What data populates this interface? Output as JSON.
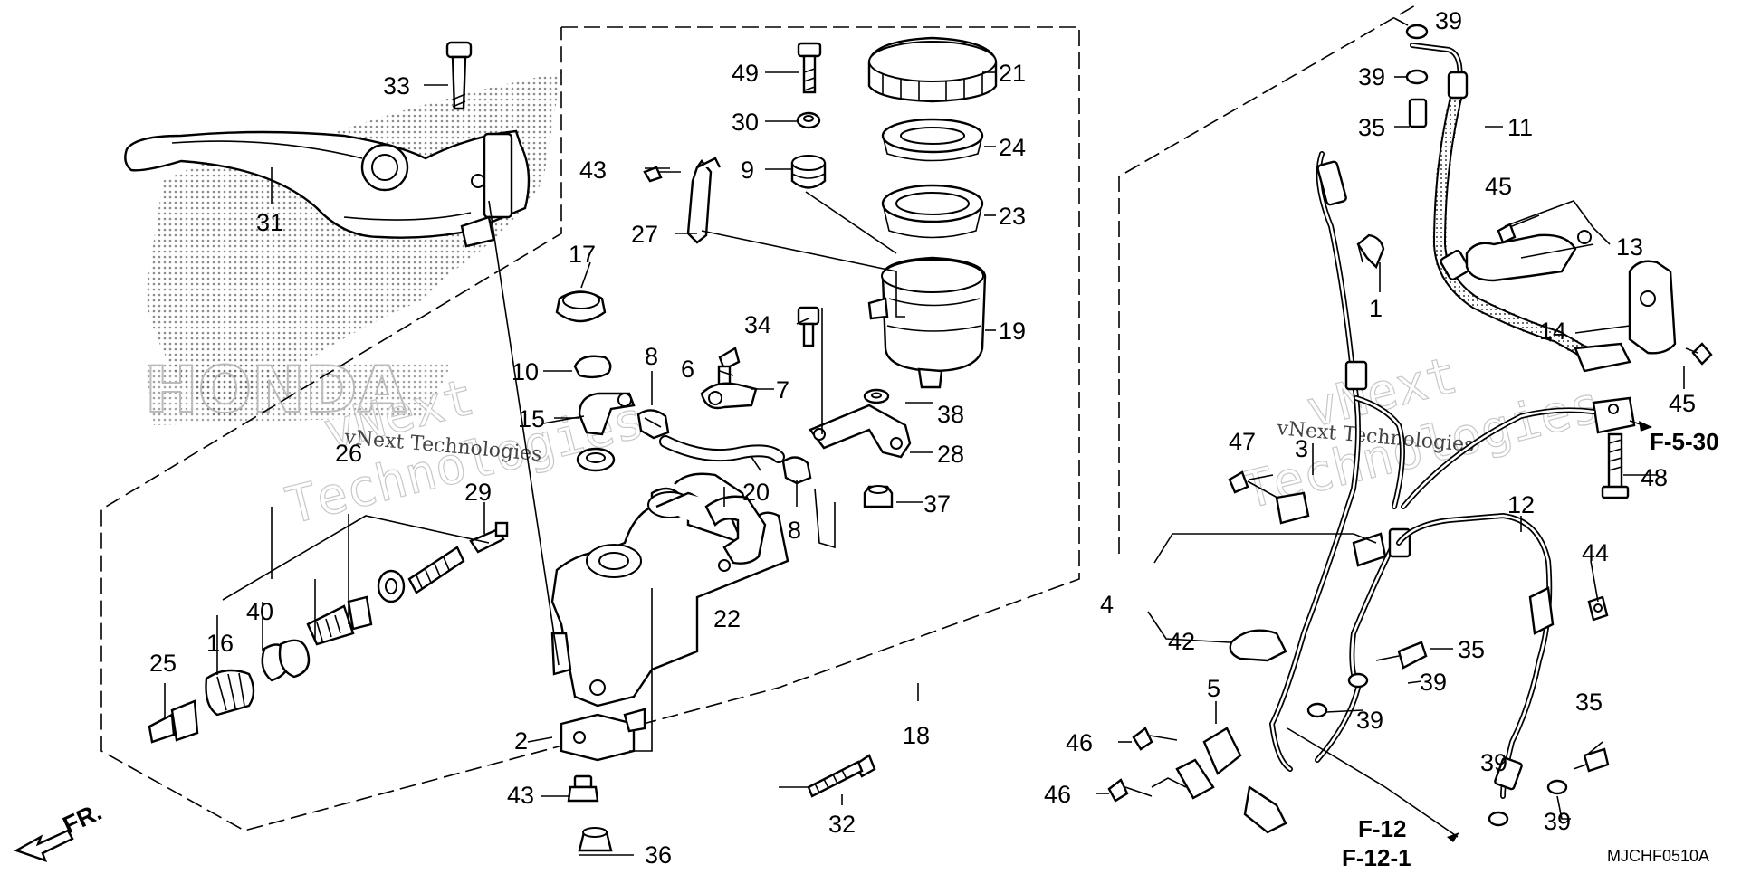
{
  "watermark": {
    "left_line1": "vNext",
    "left_line2": "Technologies",
    "right_line1": "vNext",
    "right_line2": "Technologies",
    "small_left": "vNext Technologies",
    "small_right": "vNext Technologies"
  },
  "references": {
    "f5_30": "F-5-30",
    "f12": "F-12",
    "f12_1": "F-12-1"
  },
  "diagram_code": "MJCHF0510A",
  "front_arrow_label": "FR.",
  "callouts": {
    "c1": "1",
    "c2": "2",
    "c3": "3",
    "c4": "4",
    "c5": "5",
    "c6": "6",
    "c7": "7",
    "c8a": "8",
    "c8b": "8",
    "c9": "9",
    "c10": "10",
    "c11": "11",
    "c12": "12",
    "c13": "13",
    "c14": "14",
    "c15": "15",
    "c16": "16",
    "c17": "17",
    "c18": "18",
    "c19": "19",
    "c20": "20",
    "c21": "21",
    "c22": "22",
    "c23": "23",
    "c24": "24",
    "c25": "25",
    "c26": "26",
    "c27": "27",
    "c28": "28",
    "c29": "29",
    "c30": "30",
    "c31": "31",
    "c32": "32",
    "c33": "33",
    "c34": "34",
    "c35a": "35",
    "c35b": "35",
    "c35c": "35",
    "c36": "36",
    "c37": "37",
    "c38": "38",
    "c39a": "39",
    "c39b": "39",
    "c39c": "39",
    "c39d": "39",
    "c39e": "39",
    "c39f": "39",
    "c40": "40",
    "c42": "42",
    "c43a": "43",
    "c43b": "43",
    "c44": "44",
    "c45a": "45",
    "c45b": "45",
    "c46a": "46",
    "c46b": "46",
    "c47": "47",
    "c48": "48",
    "c49": "49"
  }
}
